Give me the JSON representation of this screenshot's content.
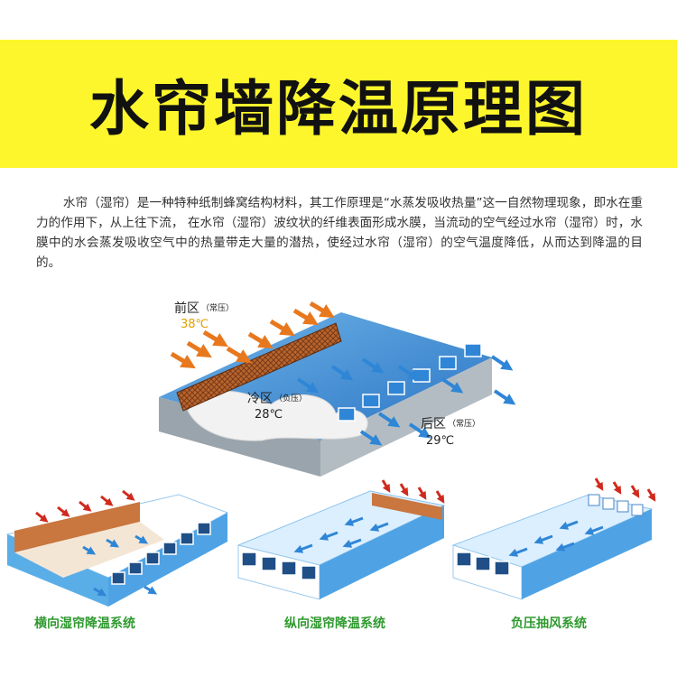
{
  "header": {
    "title": "水帘墙降温原理图"
  },
  "description": "水帘（湿帘）是一种特种纸制蜂窝结构材料，其工作原理是“水蒸发吸收热量”这一自然物理现象，即水在重力的作用下，从上往下流， 在水帘（湿帘）波纹状的纤维表面形成水膜，当流动的空气经过水帘（湿帘）时，水膜中的水会蒸发吸收空气中的热量带走大量的潜热，使经过水帘（湿帘）的空气温度降低，从而达到降温的目的。",
  "main_diagram": {
    "front_zone": {
      "name": "前区",
      "pressure": "（常压）",
      "temp": "38℃"
    },
    "cool_zone": {
      "name": "冷区",
      "pressure": "（负压）",
      "temp": "28℃"
    },
    "rear_zone": {
      "name": "后区",
      "pressure": "（常压）",
      "temp": "29℃"
    }
  },
  "systems": [
    {
      "caption": "横向湿帘降温系统"
    },
    {
      "caption": "纵向湿帘降温系统"
    },
    {
      "caption": "负压抽风系统"
    }
  ],
  "colors": {
    "banner": "#fdf62c",
    "caption": "#2f9a2f",
    "temp": "#e0a000",
    "pad": "#c0703a",
    "arrow_hot": "#e8781e",
    "arrow_cool": "#2f86d6"
  }
}
